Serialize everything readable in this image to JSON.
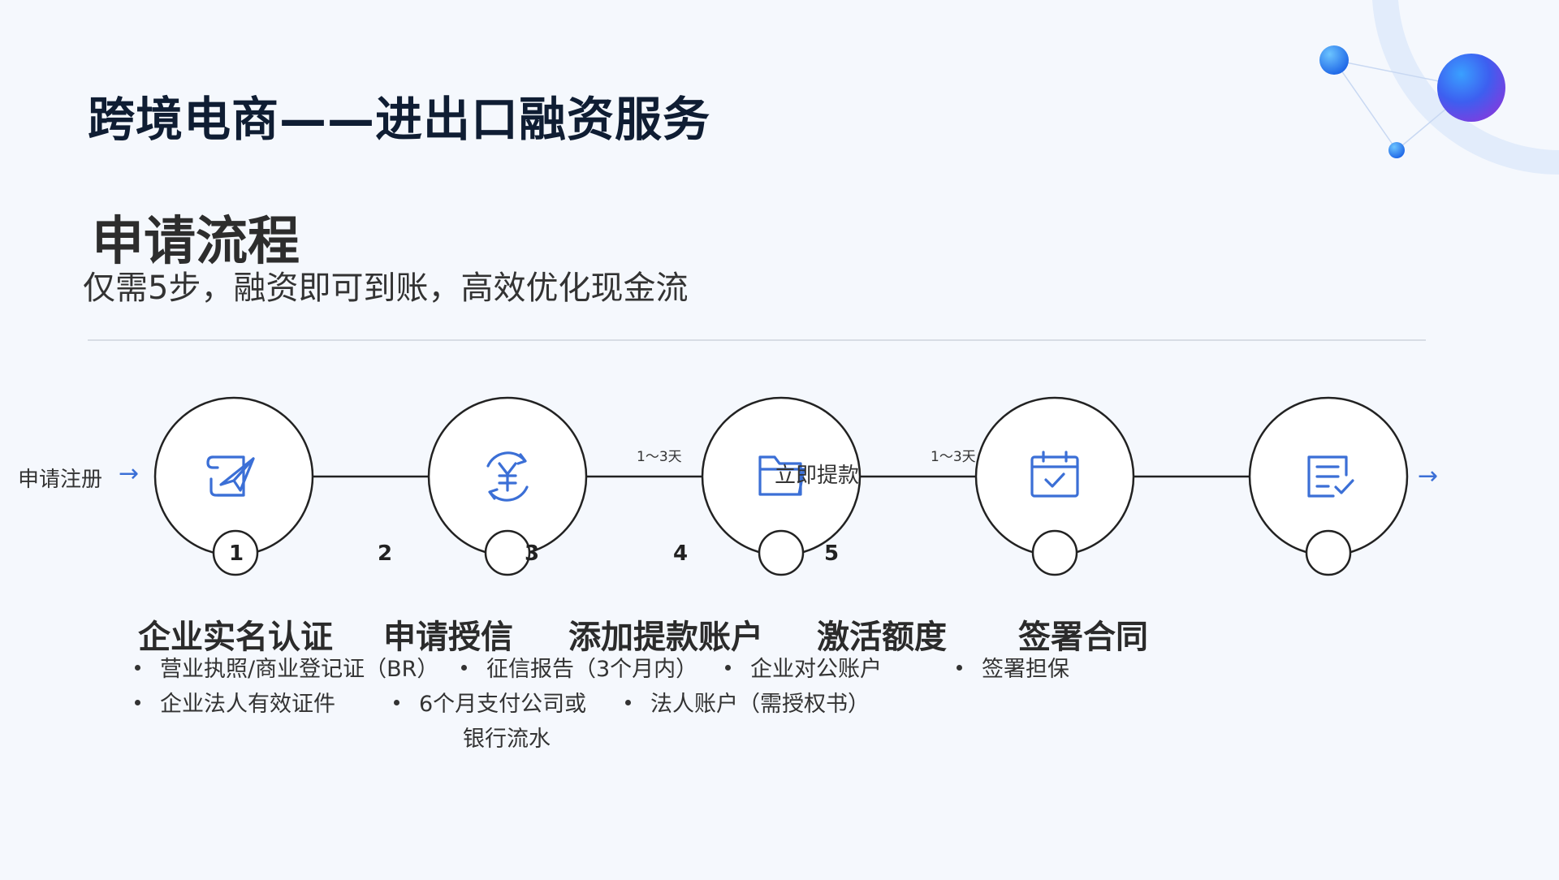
{
  "title": "跨境电商——进出口融资服务",
  "section": {
    "title": "申请流程",
    "subtitle": "仅需5步，融资即可到账，高效优化现金流"
  },
  "register_label": "申请注册",
  "steps": [
    {
      "number": "1",
      "title": "企业实名认证",
      "icon": "document-send-icon"
    },
    {
      "number": "2",
      "title": "申请授信",
      "icon": "yuan-cycle-icon"
    },
    {
      "number": "3",
      "title": "添加提款账户",
      "icon": "folder-icon"
    },
    {
      "number": "4",
      "title": "激活额度",
      "icon": "calendar-check-icon"
    },
    {
      "number": "5",
      "title": "签署合同",
      "icon": "list-check-icon"
    }
  ],
  "durations": [
    "1～3天",
    "1～3天"
  ],
  "overlay_label": "立即提款",
  "bullets": [
    "营业执照/商业登记证（BR）",
    "企业法人有效证件",
    "征信报告（3个月内）",
    "6个月支付公司或",
    "银行流水",
    "企业对公账户",
    "法人账户（需授权书）",
    "签署担保"
  ],
  "colors": {
    "accent": "#3b6fd6",
    "title": "#0f1d33",
    "background": "#f5f8fd"
  }
}
